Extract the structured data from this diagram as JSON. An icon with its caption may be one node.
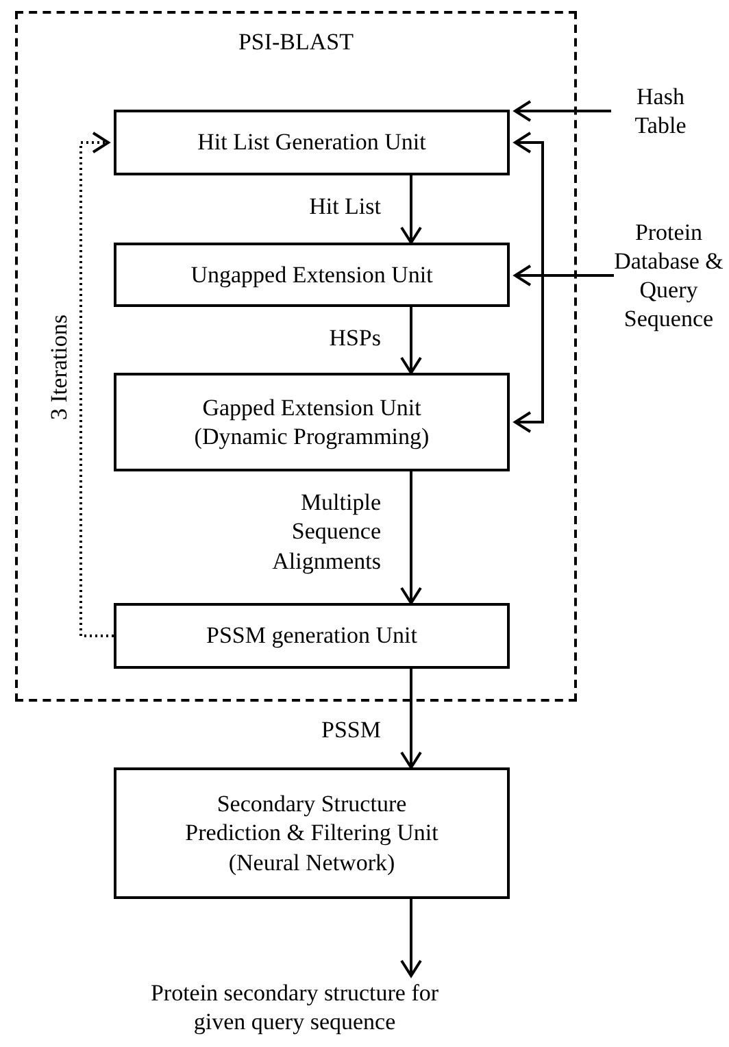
{
  "diagram": {
    "nodes": [
      {
        "text": [
          "PSI-BLAST"
        ]
      },
      {
        "text": [
          "Hit List Generation Unit"
        ],
        "in": 0
      },
      {
        "text": [
          "Ungapped Extension Unit"
        ],
        "in": 0
      },
      {
        "text": [
          "Gapped Extension Unit (Dynamic Programming)"
        ],
        "in": 0
      },
      {
        "text": [
          "PSSM generation Unit"
        ],
        "in": 0
      },
      {
        "text": [
          "Hash Table"
        ]
      },
      {
        "text": [
          "Protein Database & Query Sequence"
        ]
      },
      {
        "text": [
          "Secondary Structure Prediction & Filtering Unit (Neural Network)"
        ]
      },
      {
        "text": [
          "Protein secondary structure for given query sequence"
        ]
      }
    ],
    "edges": [
      {
        "from": 1,
        "to": 2,
        "arrow": "to",
        "label": "Hit List"
      },
      {
        "from": 2,
        "to": 3,
        "arrow": "to",
        "label": "HSPs"
      },
      {
        "from": 3,
        "to": 4,
        "arrow": "to",
        "label": "Multiple Sequence Alignments"
      },
      {
        "from": 4,
        "to": 7,
        "arrow": "to",
        "label": "PSSM"
      },
      {
        "from": 7,
        "to": 8,
        "arrow": "to"
      },
      {
        "from": 5,
        "to": 1,
        "arrow": "to"
      },
      {
        "from": 6,
        "to": 1,
        "arrow": "to"
      },
      {
        "from": 6,
        "to": 2,
        "arrow": "to"
      },
      {
        "from": 6,
        "to": 3,
        "arrow": "to"
      },
      {
        "from": 4,
        "to": 1,
        "arrow": "to",
        "label": "3 Iterations",
        "style": "dashed"
      }
    ]
  }
}
